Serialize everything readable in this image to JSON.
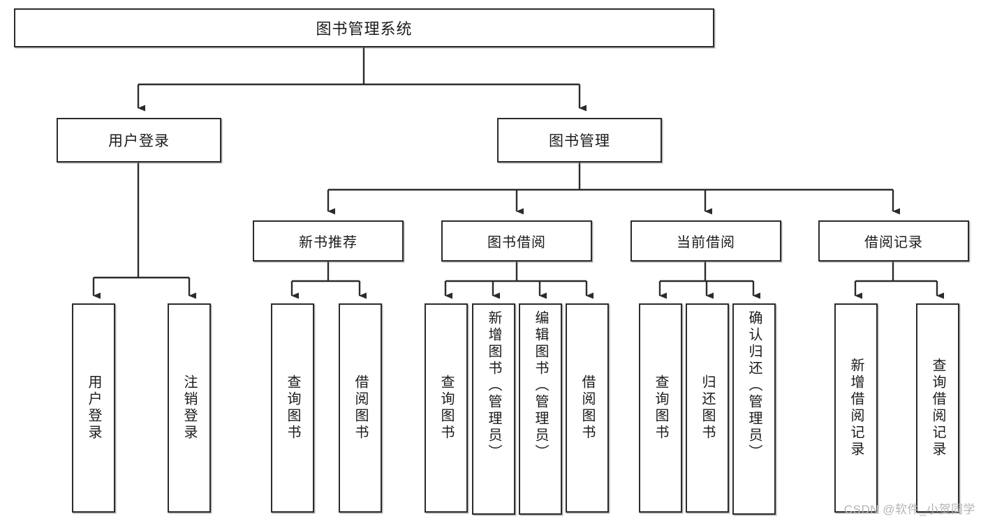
{
  "diagram": {
    "type": "tree",
    "title": "图书管理系统",
    "watermark": "CSDN @软件_小贺同学",
    "colors": {
      "box_border": "#2b2b2b",
      "box_fill": "#ffffff",
      "edge": "#2b2b2b",
      "text": "#1b1b1b",
      "watermark": "#b4b4b4"
    },
    "nodes": {
      "root": {
        "label": "图书管理系统"
      },
      "level2": [
        {
          "id": "user-login",
          "label": "用户登录"
        },
        {
          "id": "book-manage",
          "label": "图书管理"
        }
      ],
      "level3": [
        {
          "id": "new-book-recommend",
          "label": "新书推荐"
        },
        {
          "id": "book-borrow",
          "label": "图书借阅"
        },
        {
          "id": "current-borrow",
          "label": "当前借阅"
        },
        {
          "id": "borrow-record",
          "label": "借阅记录"
        }
      ],
      "leaves": {
        "user-login": [
          {
            "id": "leaf-user-login",
            "label": "用户登录"
          },
          {
            "id": "leaf-logout",
            "label": "注销登录"
          }
        ],
        "new-book-recommend": [
          {
            "id": "leaf-query-book-1",
            "label": "查询图书"
          },
          {
            "id": "leaf-borrow-book-1",
            "label": "借阅图书"
          }
        ],
        "book-borrow": [
          {
            "id": "leaf-query-book-2",
            "label": "查询图书"
          },
          {
            "id": "leaf-add-book",
            "label": "新增图书（管理员）"
          },
          {
            "id": "leaf-edit-book",
            "label": "编辑图书（管理员）"
          },
          {
            "id": "leaf-borrow-book-2",
            "label": "借阅图书"
          }
        ],
        "current-borrow": [
          {
            "id": "leaf-query-book-3",
            "label": "查询图书"
          },
          {
            "id": "leaf-return-book",
            "label": "归还图书"
          },
          {
            "id": "leaf-confirm-return",
            "label": "确认归还（管理员）"
          }
        ],
        "borrow-record": [
          {
            "id": "leaf-add-record",
            "label": "新增借阅记录"
          },
          {
            "id": "leaf-query-record",
            "label": "查询借阅记录"
          }
        ]
      }
    }
  }
}
